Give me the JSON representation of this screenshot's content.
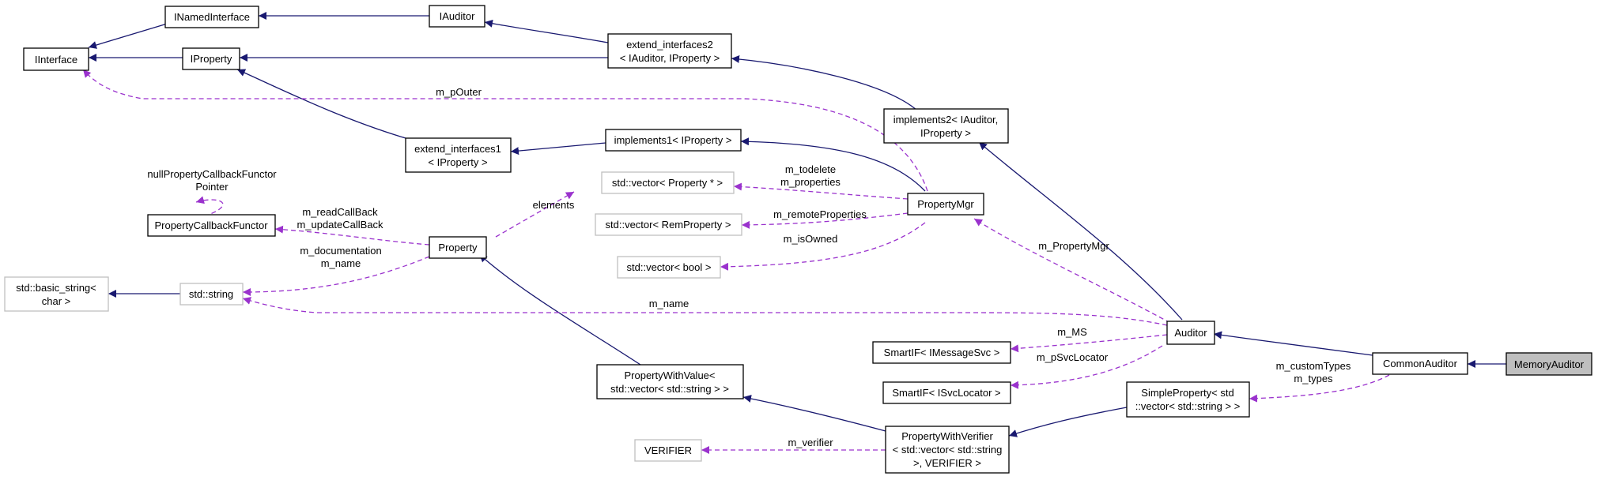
{
  "colors": {
    "inheritance_edge": "#191970",
    "usage_edge": "#9a32cd",
    "documented_border": "#000000",
    "undocumented_border": "#bfbfbf",
    "highlight_fill": "#bfbfbf"
  },
  "nodes": {
    "iinterface": [
      "IInterface"
    ],
    "inamedinterface": [
      "INamedInterface"
    ],
    "iproperty": [
      "IProperty"
    ],
    "iauditor": [
      "IAuditor"
    ],
    "extend_interfaces2": [
      "extend_interfaces2",
      "< IAuditor, IProperty >"
    ],
    "extend_interfaces1": [
      "extend_interfaces1",
      "< IProperty >"
    ],
    "implements1": [
      "implements1< IProperty >"
    ],
    "implements2": [
      "implements2< IAuditor,",
      "IProperty >"
    ],
    "property_callback_functor": [
      "PropertyCallbackFunctor"
    ],
    "property": [
      "Property"
    ],
    "std_basic_string": [
      "std::basic_string<",
      "char >"
    ],
    "std_string": [
      "std::string"
    ],
    "vector_property_ptr": [
      "std::vector< Property * >"
    ],
    "vector_remproperty": [
      "std::vector< RemProperty >"
    ],
    "vector_bool": [
      "std::vector< bool >"
    ],
    "property_mgr": [
      "PropertyMgr"
    ],
    "smartif_imessagesvc": [
      "SmartIF< IMessageSvc >"
    ],
    "smartif_isvclocator": [
      "SmartIF< ISvcLocator >"
    ],
    "auditor": [
      "Auditor"
    ],
    "common_auditor": [
      "CommonAuditor"
    ],
    "memory_auditor": [
      "MemoryAuditor"
    ],
    "property_with_value": [
      "PropertyWithValue<",
      "std::vector< std::string > >"
    ],
    "simple_property": [
      "SimpleProperty< std",
      "::vector< std::string > >"
    ],
    "property_with_verifier": [
      "PropertyWithVerifier",
      "< std::vector< std::string",
      ">, VERIFIER >"
    ],
    "verifier": [
      "VERIFIER"
    ]
  },
  "edge_labels": {
    "m_pOuter": [
      "m_pOuter"
    ],
    "callback_functor_pointer": [
      "nullPropertyCallbackFunctor",
      "Pointer"
    ],
    "read_update_callback": [
      "m_readCallBack",
      "m_updateCallBack"
    ],
    "elements": [
      "elements"
    ],
    "todelete_properties": [
      "m_todelete",
      "m_properties"
    ],
    "remote_properties": [
      "m_remoteProperties"
    ],
    "is_owned": [
      "m_isOwned"
    ],
    "documentation_name": [
      "m_documentation",
      "m_name"
    ],
    "m_name": [
      "m_name"
    ],
    "property_mgr": [
      "m_PropertyMgr"
    ],
    "ms": [
      "m_MS"
    ],
    "svc_locator": [
      "m_pSvcLocator"
    ],
    "custom_types": [
      "m_customTypes",
      "m_types"
    ],
    "verifier": [
      "m_verifier"
    ]
  }
}
